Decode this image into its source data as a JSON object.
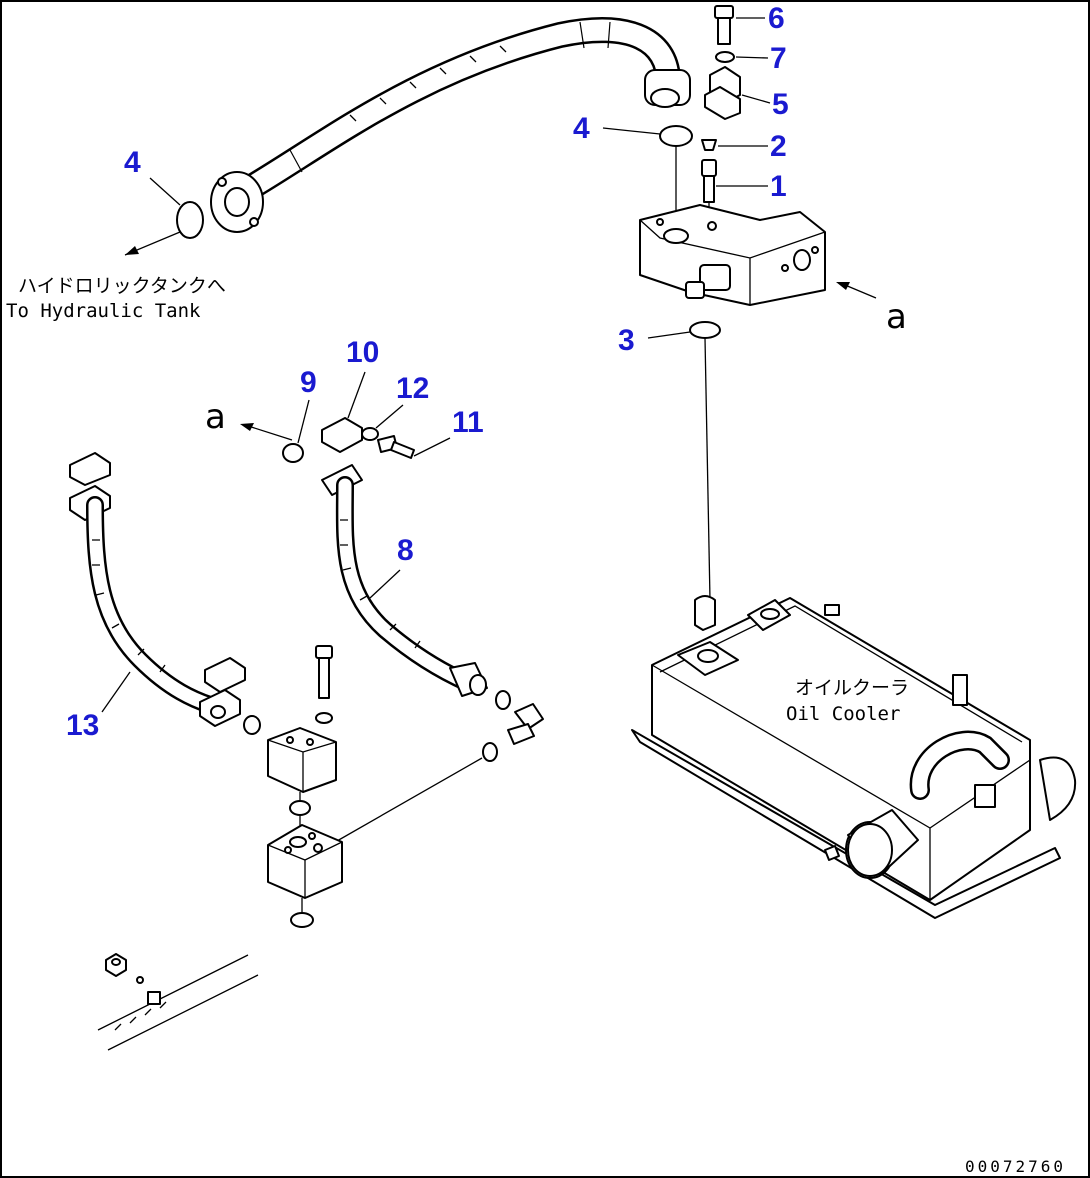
{
  "callouts": {
    "c1": "1",
    "c2": "2",
    "c3": "3",
    "c4a": "4",
    "c4b": "4",
    "c5": "5",
    "c6": "6",
    "c7": "7",
    "c8": "8",
    "c9": "9",
    "c10": "10",
    "c11": "11",
    "c12": "12",
    "c13": "13"
  },
  "labels": {
    "tank_jp": "ハイドロリックタンクへ",
    "tank_en": "To Hydraulic Tank",
    "cooler_jp": "オイルクーラ",
    "cooler_en": "Oil Cooler",
    "ref_a_right": "a",
    "ref_a_left": "a"
  },
  "drawing_number": "00072760",
  "colors": {
    "callout": "#1a1ad0",
    "line": "#000000"
  }
}
